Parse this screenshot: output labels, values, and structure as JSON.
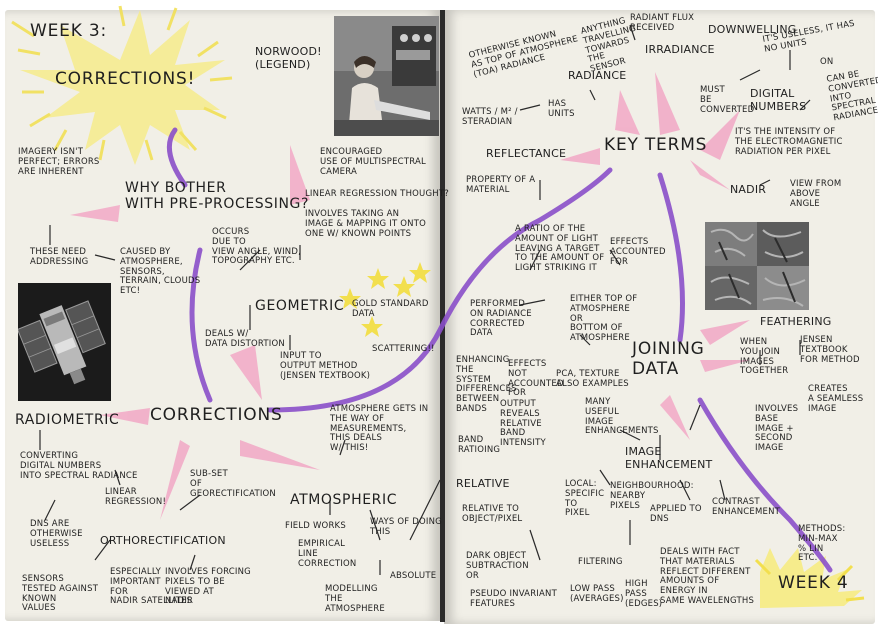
{
  "left_page": {
    "week3": "WEEK 3:",
    "corrections_title": "CORRECTIONS!",
    "norwood": "NORWOOD!\n(LEGEND)",
    "encouraged": "ENCOURAGED\nUSE OF MULTISPECTRAL\nCAMERA",
    "imagery": "IMAGERY ISN'T\nPERFECT; ERRORS\nARE INHERENT",
    "why": "WHY BOTHER\nWITH PRE-PROCESSING?",
    "need": "THESE NEED\nADDRESSING",
    "caused": "CAUSED BY\nATMOSPHERE,\nSENSORS,\nTERRAIN, CLOUDS\nETC!",
    "occurs": "OCCURS\nDUE TO\nVIEW ANGLE, WIND,\nTOPOGRAPHY ETC.",
    "linear_thoughts": "LINEAR REGRESSION THOUGHT?",
    "involves_taking": "INVOLVES TAKING AN\nIMAGE & MAPPING IT ONTO\nONE W/ KNOWN POINTS",
    "geometric": "GEOMETRIC",
    "gold": "GOLD STANDARD\nDATA",
    "deals": "DEALS W/\nDATA DISTORTION",
    "input": "INPUT TO\nOUTPUT METHOD\n(JENSEN TEXTBOOK)",
    "scattering": "SCATTERING!!",
    "radiometric": "RADIOMETRIC",
    "corrections_node": "CORRECTIONS",
    "converting": "CONVERTING\nDIGITAL NUMBERS\nINTO SPECTRAL RADIANCE",
    "dns": "DNS ARE\nOTHERWISE\nUSELESS",
    "linear_reg": "LINEAR\nREGRESSION!",
    "subset": "SUB-SET\nOF\nGEORECTIFICATION",
    "atm_gets": "ATMOSPHERE GETS IN\nTHE WAY OF\nMEASUREMENTS,\nTHIS DEALS\nW/ THIS!",
    "ortho": "ORTHORECTIFICATION",
    "sensors": "SENSORS\nTESTED AGAINST\nKNOWN\nVALUES",
    "especially": "ESPECIALLY\nIMPORTANT\nFOR\nNADIR SATELLITES",
    "forcing": "INVOLVES FORCING\nPIXELS TO BE\nVIEWED AT\nNADIR",
    "atmospheric": "ATMOSPHERIC",
    "field": "FIELD WORKS",
    "empirical": "EMPIRICAL\nLINE\nCORRECTION",
    "ways": "WAYS OF DOING\nTHIS",
    "modelling": "MODELLING\nTHE\nATMOSPHERE",
    "absolute": "ABSOLUTE"
  },
  "right_page": {
    "otherwise": "OTHERWISE KNOWN\nAS TOP OF ATMOSPHERE\n(TOA) RADIANCE",
    "anything": "ANYTHING\nTRAVELLING\nTOWARDS\nTHE\nSENSOR",
    "radiant": "RADIANT FLUX\nRECEIVED",
    "irradiance": "IRRADIANCE",
    "downwelling": "DOWNWELLING",
    "radiance": "RADIANCE",
    "watts": "WATTS / M² /\nSTERADIAN",
    "has_units": "HAS\nUNITS",
    "useless": "IT'S USELESS, IT HAS\nNO UNITS",
    "on": "ON",
    "can_be": "CAN BE\nCONVERTED\nINTO\nSPECTRAL\nRADIANCE",
    "must_be": "MUST\nBE\nCONVERTED",
    "digital": "DIGITAL\nNUMBERS",
    "reflectance": "REFLECTANCE",
    "key_terms": "KEY TERMS",
    "intensity": "IT'S THE INTENSITY OF\nTHE ELECTROMAGNETIC\nRADIATION PER PIXEL",
    "property": "PROPERTY OF A\nMATERIAL",
    "nadir": "NADIR",
    "view_from": "VIEW FROM\nABOVE\nANGLE",
    "ratio": "A RATIO OF THE\nAMOUNT OF LIGHT\nLEAVING A TARGET\nTO THE AMOUNT OF\nLIGHT STRIKING IT",
    "effects_accounted": "EFFECTS\nACCOUNTED\nFOR",
    "performed": "PERFORMED\nON RADIANCE\nCORRECTED\nDATA",
    "either": "EITHER TOP OF\nATMOSPHERE\nOR\nBOTTOM OF\nATMOSPHERE",
    "feathering": "FEATHERING",
    "joining": "JOINING\nDATA",
    "when": "WHEN\nYOU JOIN\nIMAGES\nTOGETHER",
    "jensen": "JENSEN\nTEXTBOOK\nFOR METHOD",
    "involves_base": "INVOLVES\nBASE\nIMAGE +\nSECOND\nIMAGE",
    "seamless": "CREATES\nA SEAMLESS\nIMAGE",
    "enhancing": "ENHANCING\nTHE\nSYSTEM\nDIFFERENCES\nBETWEEN\nBANDS",
    "effects_not": "EFFECTS\nNOT\nACCOUNTED\nFOR",
    "pca": "PCA, TEXTURE\nALSO EXAMPLES",
    "output_reveals": "OUTPUT\nREVEALS\nRELATIVE\nBAND\nINTENSITY",
    "many": "MANY\nUSEFUL\nIMAGE\nENHANCEMENTS",
    "band_ratioing": "BAND\nRATIOING",
    "image_enh": "IMAGE\nENHANCEMENT",
    "relative": "RELATIVE",
    "rel_obj": "RELATIVE TO\nOBJECT/PIXEL",
    "local": "LOCAL:\nSPECIFIC\nTO\nPIXEL",
    "neighbourhood": "NEIGHBOURHOOD:\nNEARBY\nPIXELS",
    "applied": "APPLIED TO\nDNS",
    "contrast": "CONTRAST\nENHANCEMENT",
    "methods": "METHODS:\nMIN-MAX\n% LIN\nETC.",
    "dark": "DARK OBJECT\nSUBTRACTION\nOR",
    "filtering": "FILTERING",
    "deals_fact": "DEALS WITH FACT\nTHAT MATERIALS\nREFLECT DIFFERENT\nAMOUNTS OF\nENERGY IN\nSAME WAVELENGTHS",
    "pseudo": "PSEUDO INVARIANT\nFEATURES",
    "low_pass": "LOW PASS\n(AVERAGES)",
    "high_pass": "HIGH\nPASS\n(EDGES)",
    "week4": "WEEK 4"
  }
}
